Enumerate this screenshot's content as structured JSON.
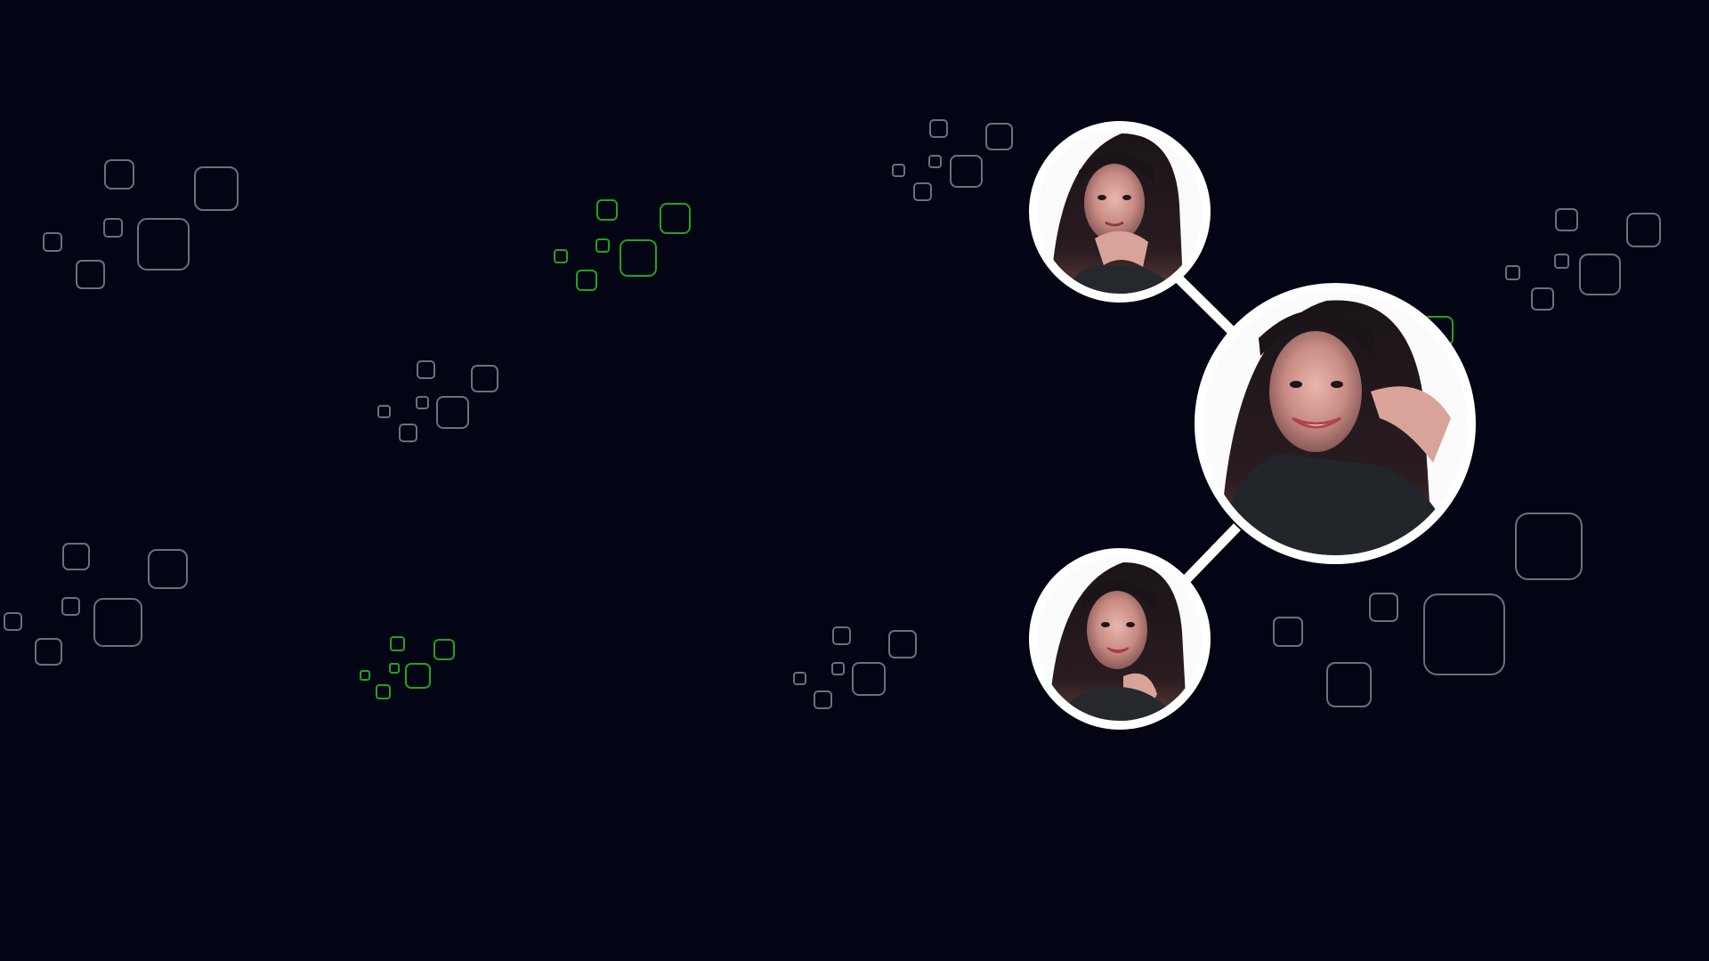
{
  "scene": {
    "background_color": "#030414",
    "accent_color": "#1fa51f",
    "outline_color": "#6e6f78",
    "ring_color": "#ffffff"
  },
  "nodes": [
    {
      "role": "top-photo",
      "label": ""
    },
    {
      "role": "center-photo",
      "label": ""
    },
    {
      "role": "bottom-photo",
      "label": ""
    }
  ],
  "icons": {
    "share": "share-network-icon",
    "pattern": "rounded-square-cluster"
  }
}
